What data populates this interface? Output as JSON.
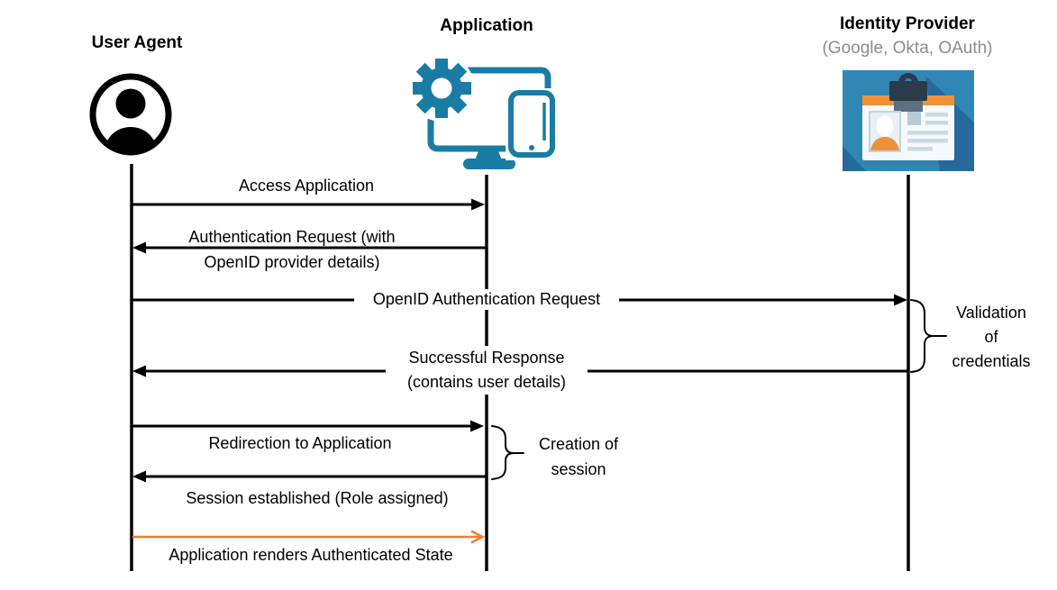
{
  "diagram": {
    "actors": [
      {
        "id": "user-agent",
        "title": "User Agent",
        "icon": "user-avatar-icon"
      },
      {
        "id": "application",
        "title": "Application",
        "icon": "application-devices-icon"
      },
      {
        "id": "identity-provider",
        "title": "Identity Provider",
        "subtitle": "(Google, Okta, OAuth)",
        "icon": "id-card-icon"
      }
    ],
    "messages": [
      {
        "from": "user-agent",
        "to": "application",
        "direction": "right",
        "lines": [
          "Access Application"
        ]
      },
      {
        "from": "application",
        "to": "user-agent",
        "direction": "left",
        "lines": [
          "Authentication Request (with",
          "OpenID provider details)"
        ]
      },
      {
        "from": "user-agent",
        "to": "identity-provider",
        "direction": "right",
        "lines": [
          "OpenID Authentication Request"
        ]
      },
      {
        "from": "identity-provider",
        "to": "user-agent",
        "direction": "left",
        "lines": [
          "Successful Response",
          "(contains user details)"
        ]
      },
      {
        "from": "user-agent",
        "to": "application",
        "direction": "right",
        "lines": [
          "Redirection to Application"
        ]
      },
      {
        "from": "application",
        "to": "user-agent",
        "direction": "left",
        "lines": [
          "Session established (Role assigned)"
        ]
      },
      {
        "from": "user-agent",
        "to": "application",
        "direction": "right",
        "highlighted": true,
        "lines": [
          "Application renders Authenticated State"
        ]
      }
    ],
    "annotations": [
      {
        "attached_to": "identity-provider",
        "lines": [
          "Validation",
          "of",
          "credentials"
        ]
      },
      {
        "attached_to": "application",
        "lines": [
          "Creation of",
          "session"
        ]
      }
    ],
    "colors": {
      "arrow": "#000000",
      "highlight_arrow": "#ED7D31",
      "app_icon_teal": "#1A7CA4",
      "idp_background": "#3187B3",
      "idp_shadow": "#27699A",
      "idp_accent_orange": "#F0913A",
      "idp_clip_dark": "#2C3B49",
      "subtitle_gray": "#8C8C8C"
    }
  }
}
